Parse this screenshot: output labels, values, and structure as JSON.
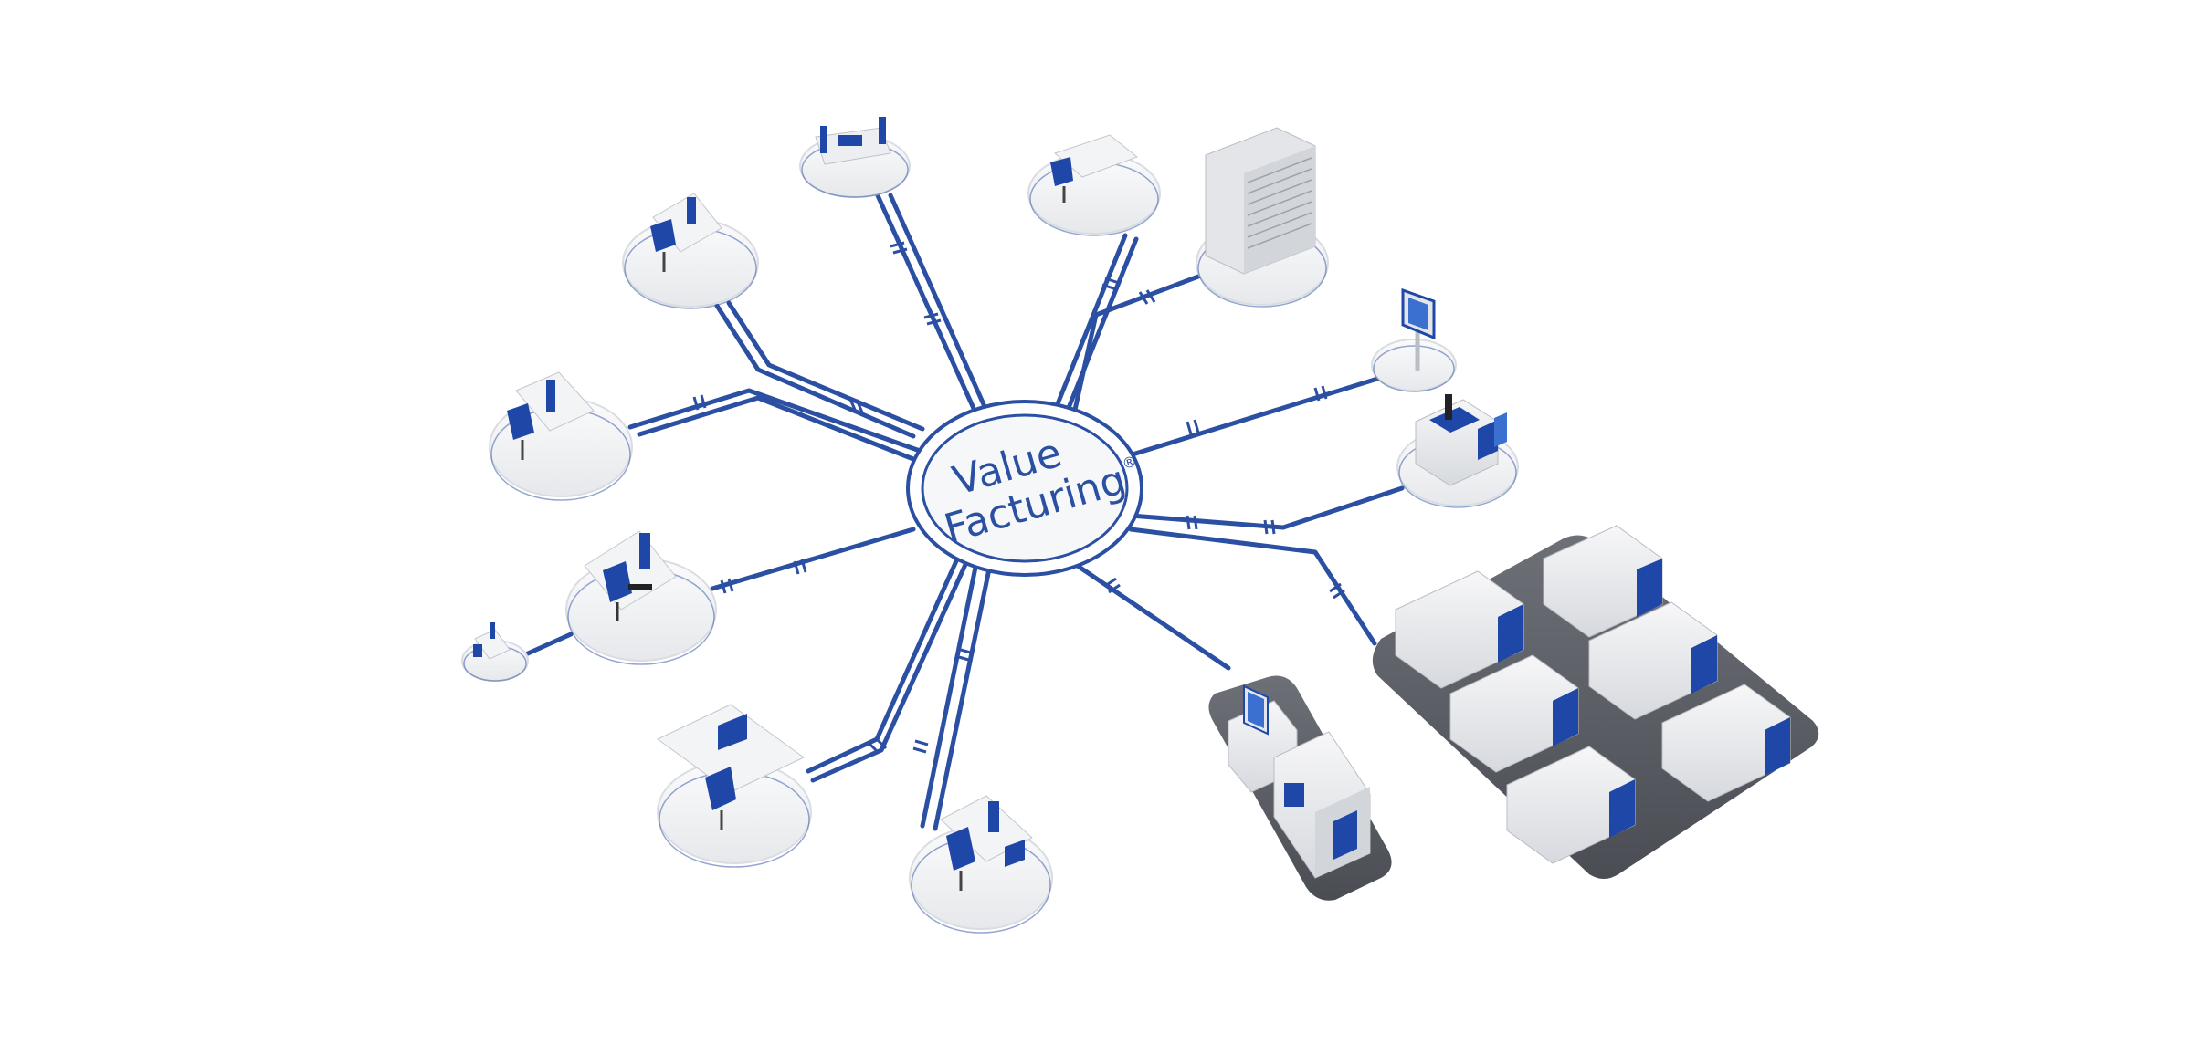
{
  "hub": {
    "line1": "Value",
    "line2": "Facturing",
    "mark": "®"
  },
  "colors": {
    "cable": "#2b4fa3",
    "accent": "#1f47a8",
    "hub_text": "#2b4fa3",
    "platform": "#f0f1f3",
    "platform_edge": "#dadde2",
    "machine_base": "#5d6066"
  },
  "nodes": [
    {
      "name": "node-workstation-top-small",
      "icon": "workbench-icon"
    },
    {
      "name": "node-workstation-top-right",
      "icon": "desk-workstation-icon"
    },
    {
      "name": "node-server-cabinet",
      "icon": "server-cabinet-icon"
    },
    {
      "name": "node-workstation-upper-left",
      "icon": "desk-workstation-icon"
    },
    {
      "name": "node-workstation-left",
      "icon": "desk-workstation-icon"
    },
    {
      "name": "node-cad-workstation",
      "icon": "cad-workstation-icon"
    },
    {
      "name": "node-mini-workstation",
      "icon": "desk-workstation-icon"
    },
    {
      "name": "node-standing-terminal",
      "icon": "terminal-icon"
    },
    {
      "name": "node-measuring-station",
      "icon": "measuring-machine-icon"
    },
    {
      "name": "node-workstation-lower-left",
      "icon": "desk-workstation-icon"
    },
    {
      "name": "node-workstation-bottom",
      "icon": "desk-workstation-icon"
    },
    {
      "name": "node-single-machine-cell",
      "icon": "cnc-machine-icon"
    },
    {
      "name": "node-machine-line",
      "icon": "cnc-machine-line-icon"
    }
  ]
}
